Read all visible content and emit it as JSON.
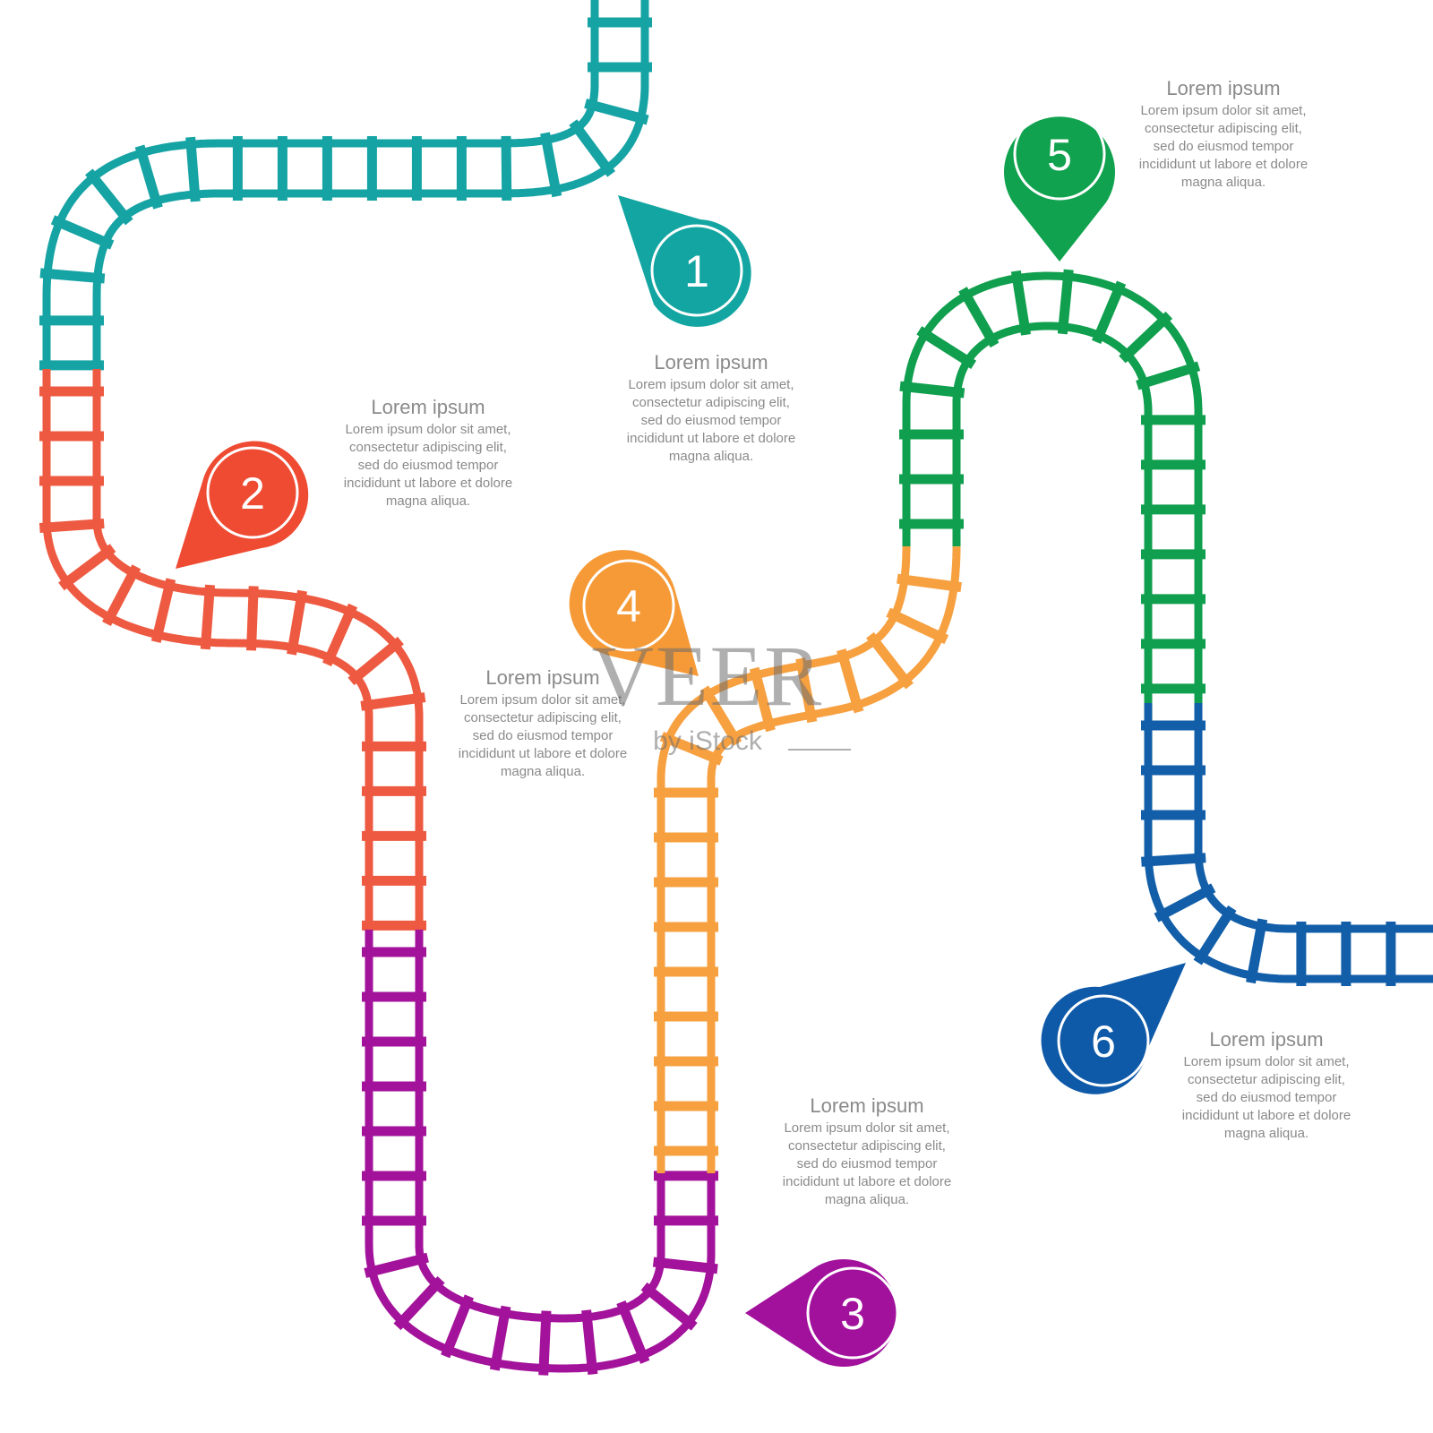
{
  "colors": {
    "teal": "#16a3a4",
    "red": "#ee5a41",
    "purple": "#a3129a",
    "orange": "#f6a040",
    "green": "#109f4e",
    "blue": "#125ea8"
  },
  "steps": [
    {
      "number": "1",
      "color": "#13a5a1",
      "title": "Lorem ipsum",
      "body": "Lorem ipsum dolor sit amet,\nconsectetur adipiscing elit,\nsed do eiusmod tempor\nincididunt ut labore et dolore\nmagna aliqua."
    },
    {
      "number": "2",
      "color": "#ef4a32",
      "title": "Lorem ipsum",
      "body": "Lorem ipsum dolor sit amet,\nconsectetur adipiscing elit,\nsed do eiusmod tempor\nincididunt ut labore et dolore\nmagna aliqua."
    },
    {
      "number": "3",
      "color": "#a2119c",
      "title": "Lorem ipsum",
      "body": "Lorem ipsum dolor sit amet,\nconsectetur adipiscing elit,\nsed do eiusmod tempor\nincididunt ut labore et dolore\nmagna aliqua."
    },
    {
      "number": "4",
      "color": "#f59a36",
      "title": "Lorem ipsum",
      "body": "Lorem ipsum dolor sit amet,\nconsectetur adipiscing elit,\nsed do eiusmod tempor\nincididunt ut labore et dolore\nmagna aliqua."
    },
    {
      "number": "5",
      "color": "#10a24e",
      "title": "Lorem ipsum",
      "body": "Lorem ipsum dolor sit amet,\nconsectetur adipiscing elit,\nsed do eiusmod tempor\nincididunt ut labore et dolore\nmagna aliqua."
    },
    {
      "number": "6",
      "color": "#0e5aa8",
      "title": "Lorem ipsum",
      "body": "Lorem ipsum dolor sit amet,\nconsectetur adipiscing elit,\nsed do eiusmod tempor\nincididunt ut labore et dolore\nmagna aliqua."
    }
  ],
  "watermark": {
    "main": "VEER",
    "sub": "by iStock"
  }
}
